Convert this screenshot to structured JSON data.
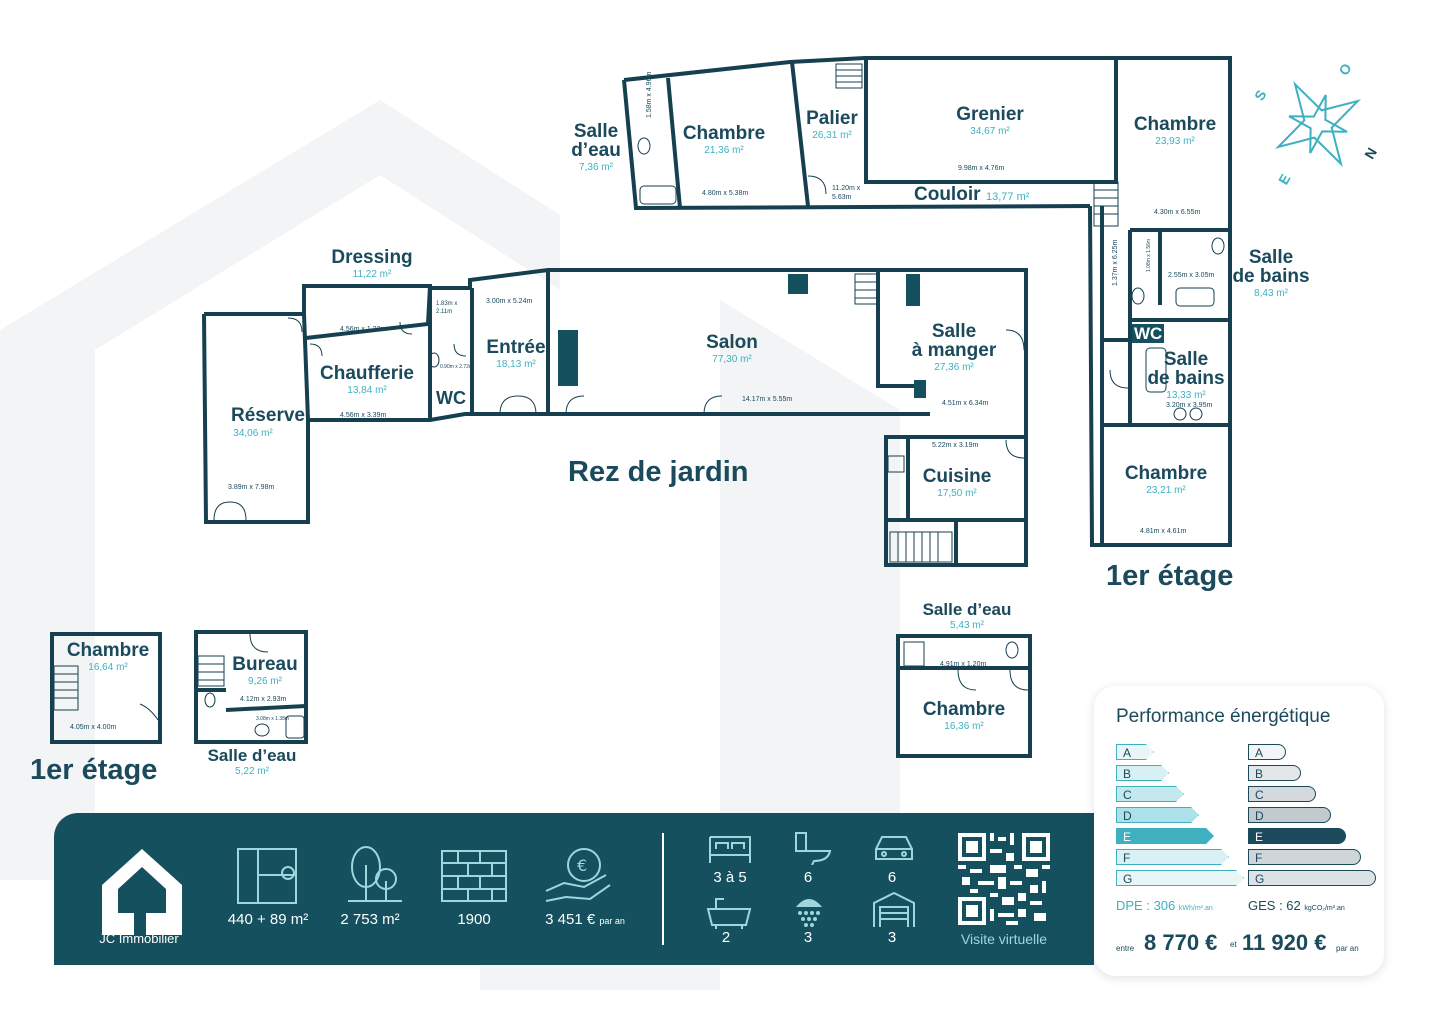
{
  "rooms": {
    "salle_eau_1": {
      "name": "Salle\nd’eau",
      "area": "7,36 m²",
      "dim": "1.58m x 4.96m"
    },
    "chambre_1": {
      "name": "Chambre",
      "area": "21,36 m²",
      "dim": "4.80m x 5.38m"
    },
    "palier": {
      "name": "Palier",
      "area": "26,31 m²",
      "dim": "11.20m x\n5.63m"
    },
    "grenier": {
      "name": "Grenier",
      "area": "34,67 m²",
      "dim": "9.98m x 4.76m"
    },
    "chambre_2": {
      "name": "Chambre",
      "area": "23,93 m²",
      "dim": "4.30m x 6.55m"
    },
    "couloir": {
      "name": "Couloir",
      "area": "13,77 m²",
      "dim": "1.37m x 6.25m"
    },
    "salle_bains_1": {
      "name": "Salle\nde bains",
      "area": "8,43 m²",
      "dim": "2.55m x 3.05m"
    },
    "wc_1": {
      "name": "WC",
      "dim": "1.08m x 1.56m"
    },
    "salle_bains_2": {
      "name": "Salle\nde bains",
      "area": "13,33 m²",
      "dim": "3.20m x 3.95m"
    },
    "chambre_3": {
      "name": "Chambre",
      "area": "23,21 m²",
      "dim": "4.81m x 4.61m"
    },
    "dressing": {
      "name": "Dressing",
      "area": "11,22 m²",
      "dim": "4.56m x 1.23m"
    },
    "reserve": {
      "name": "Réserve",
      "area": "34,06 m²",
      "dim": "3.89m x 7.98m"
    },
    "chaufferie": {
      "name": "Chaufferie",
      "area": "13,84 m²",
      "dim": "4.56m x 3.39m"
    },
    "placard": {
      "dim": "1.83m x\n2.11m"
    },
    "wc_2": {
      "name": "WC",
      "dim": "0.90m x 2.72m"
    },
    "entree": {
      "name": "Entrée",
      "area": "18,13 m²",
      "dim": "3.00m x 5.24m"
    },
    "salon": {
      "name": "Salon",
      "area": "77,30 m²",
      "dim": "14.17m x 5.55m"
    },
    "salle_manger": {
      "name": "Salle\nà manger",
      "area": "27,36 m²",
      "dim": "4.51m x 6.34m"
    },
    "cuisine": {
      "name": "Cuisine",
      "area": "17,50 m²",
      "dim": "5.22m x 3.19m"
    },
    "salle_eau_2": {
      "name": "Salle d’eau",
      "area": "5,43 m²",
      "dim": "4.91m x 1.20m"
    },
    "chambre_4": {
      "name": "Chambre",
      "area": "16,36 m²"
    },
    "chambre_5": {
      "name": "Chambre",
      "area": "16,64 m²",
      "dim": "4.05m x 4.00m"
    },
    "bureau": {
      "name": "Bureau",
      "area": "9,26 m²",
      "dim": "4.12m x 2.93m"
    },
    "salle_eau_3": {
      "name": "Salle d’eau",
      "area": "5,22 m²",
      "dim": "3.08m x 1.38m"
    }
  },
  "floors": {
    "rez": "Rez de jardin",
    "etage_right": "1er étage",
    "etage_left": "1er étage"
  },
  "compass": {
    "s": "S",
    "o": "O",
    "n": "N",
    "e": "E"
  },
  "brand": {
    "name": "JC Immobilier"
  },
  "stats": {
    "surface": "440 + 89 m²",
    "terrain": "2 753 m²",
    "annee": "1900",
    "taxe": "3 451 €",
    "taxe_unit": "par an",
    "chambres": "3 à 5",
    "wc": "6",
    "parking": "6",
    "bains": "2",
    "douches": "3",
    "garage": "3",
    "visite": "Visite virtuelle"
  },
  "energy": {
    "title": "Performance énergétique",
    "letters": [
      "A",
      "B",
      "C",
      "D",
      "E",
      "F",
      "G"
    ],
    "dpe_active": "E",
    "ges_active": "E",
    "dpe_label": "DPE : 306",
    "dpe_unit": "kWh/m².an",
    "ges_label": "GES : 62",
    "ges_unit": "kgCO₂/m².an",
    "entre": "entre",
    "low": "8 770 €",
    "et": "et",
    "high": "11 920 €",
    "par_an": "par an",
    "dpe_colors": [
      "#e8f6f8",
      "#d7f0f4",
      "#c3e9ef",
      "#ade1e9",
      "#3fb0c0",
      "#d9f1f5",
      "#e8f6f8"
    ],
    "ges_colors": [
      "#f2f4f5",
      "#e3e7e9",
      "#d3d9dc",
      "#c2cacd",
      "#1a4a5c",
      "#cfd6d9",
      "#dde3e5"
    ]
  }
}
